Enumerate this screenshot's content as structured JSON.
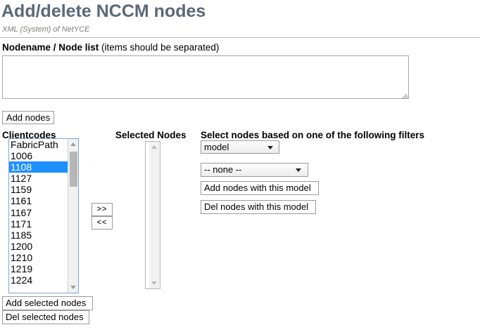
{
  "header": {
    "title": "Add/delete NCCM nodes",
    "subtitle": "XML (System) of NetYCE"
  },
  "node_input": {
    "label_strong": "Nodename / Node list",
    "label_note": " (items should be separated)",
    "value": "",
    "placeholder": ""
  },
  "buttons": {
    "add_nodes": "Add nodes",
    "transfer_right": ">>",
    "transfer_left": "<<",
    "add_nodes_with_model": "Add nodes with this model",
    "del_nodes_with_model": "Del nodes with this model",
    "add_selected_nodes": "Add selected nodes",
    "del_selected_nodes": "Del selected nodes"
  },
  "clientcodes": {
    "heading": "Clientcodes",
    "items": [
      "FabricPath",
      "1006",
      "1108",
      "1127",
      "1159",
      "1161",
      "1167",
      "1171",
      "1185",
      "1200",
      "1210",
      "1219",
      "1224"
    ],
    "selected_index": 2
  },
  "selected_nodes": {
    "heading": "Selected Nodes",
    "items": []
  },
  "filters": {
    "heading": "Select nodes based on one of the following filters",
    "type_select": {
      "value": "model",
      "options": [
        "model"
      ]
    },
    "value_select": {
      "value": "-- none --",
      "options": [
        "-- none --"
      ]
    }
  },
  "colors": {
    "title": "#5b6878",
    "subtitle": "#7d7d7d",
    "selection_highlight": "#1e90ff",
    "listbox_border": "#7ba7d7",
    "rule": "#b8b8b8"
  }
}
